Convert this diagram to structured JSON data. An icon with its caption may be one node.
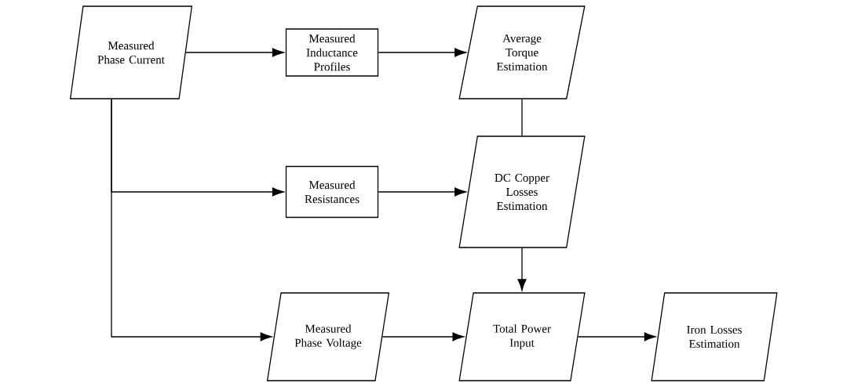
{
  "diagram": {
    "nodes": [
      {
        "text": [
          "Measured Phase Current"
        ]
      },
      {
        "text": [
          "Measured Inductance Profiles"
        ]
      },
      {
        "text": [
          "Average Torque Estimation"
        ]
      },
      {
        "text": [
          "Measured Resistances"
        ]
      },
      {
        "text": [
          "DC Copper Losses Estimation"
        ]
      },
      {
        "text": [
          "Measured Phase Voltage"
        ]
      },
      {
        "text": [
          "Total Power Input"
        ]
      },
      {
        "text": [
          "Iron Losses Estimation"
        ]
      }
    ],
    "edges": [
      {
        "from": 0,
        "to": 1,
        "arrow": "to"
      },
      {
        "from": 0,
        "to": 3,
        "arrow": "to"
      },
      {
        "from": 0,
        "to": 5,
        "arrow": "to"
      },
      {
        "from": 1,
        "to": 2,
        "arrow": "to"
      },
      {
        "from": 2,
        "to": 4,
        "arrow": "none"
      },
      {
        "from": 3,
        "to": 4,
        "arrow": "to"
      },
      {
        "from": 4,
        "to": 6,
        "arrow": "to"
      },
      {
        "from": 5,
        "to": 6,
        "arrow": "to"
      },
      {
        "from": 6,
        "to": 7,
        "arrow": "to"
      }
    ]
  }
}
